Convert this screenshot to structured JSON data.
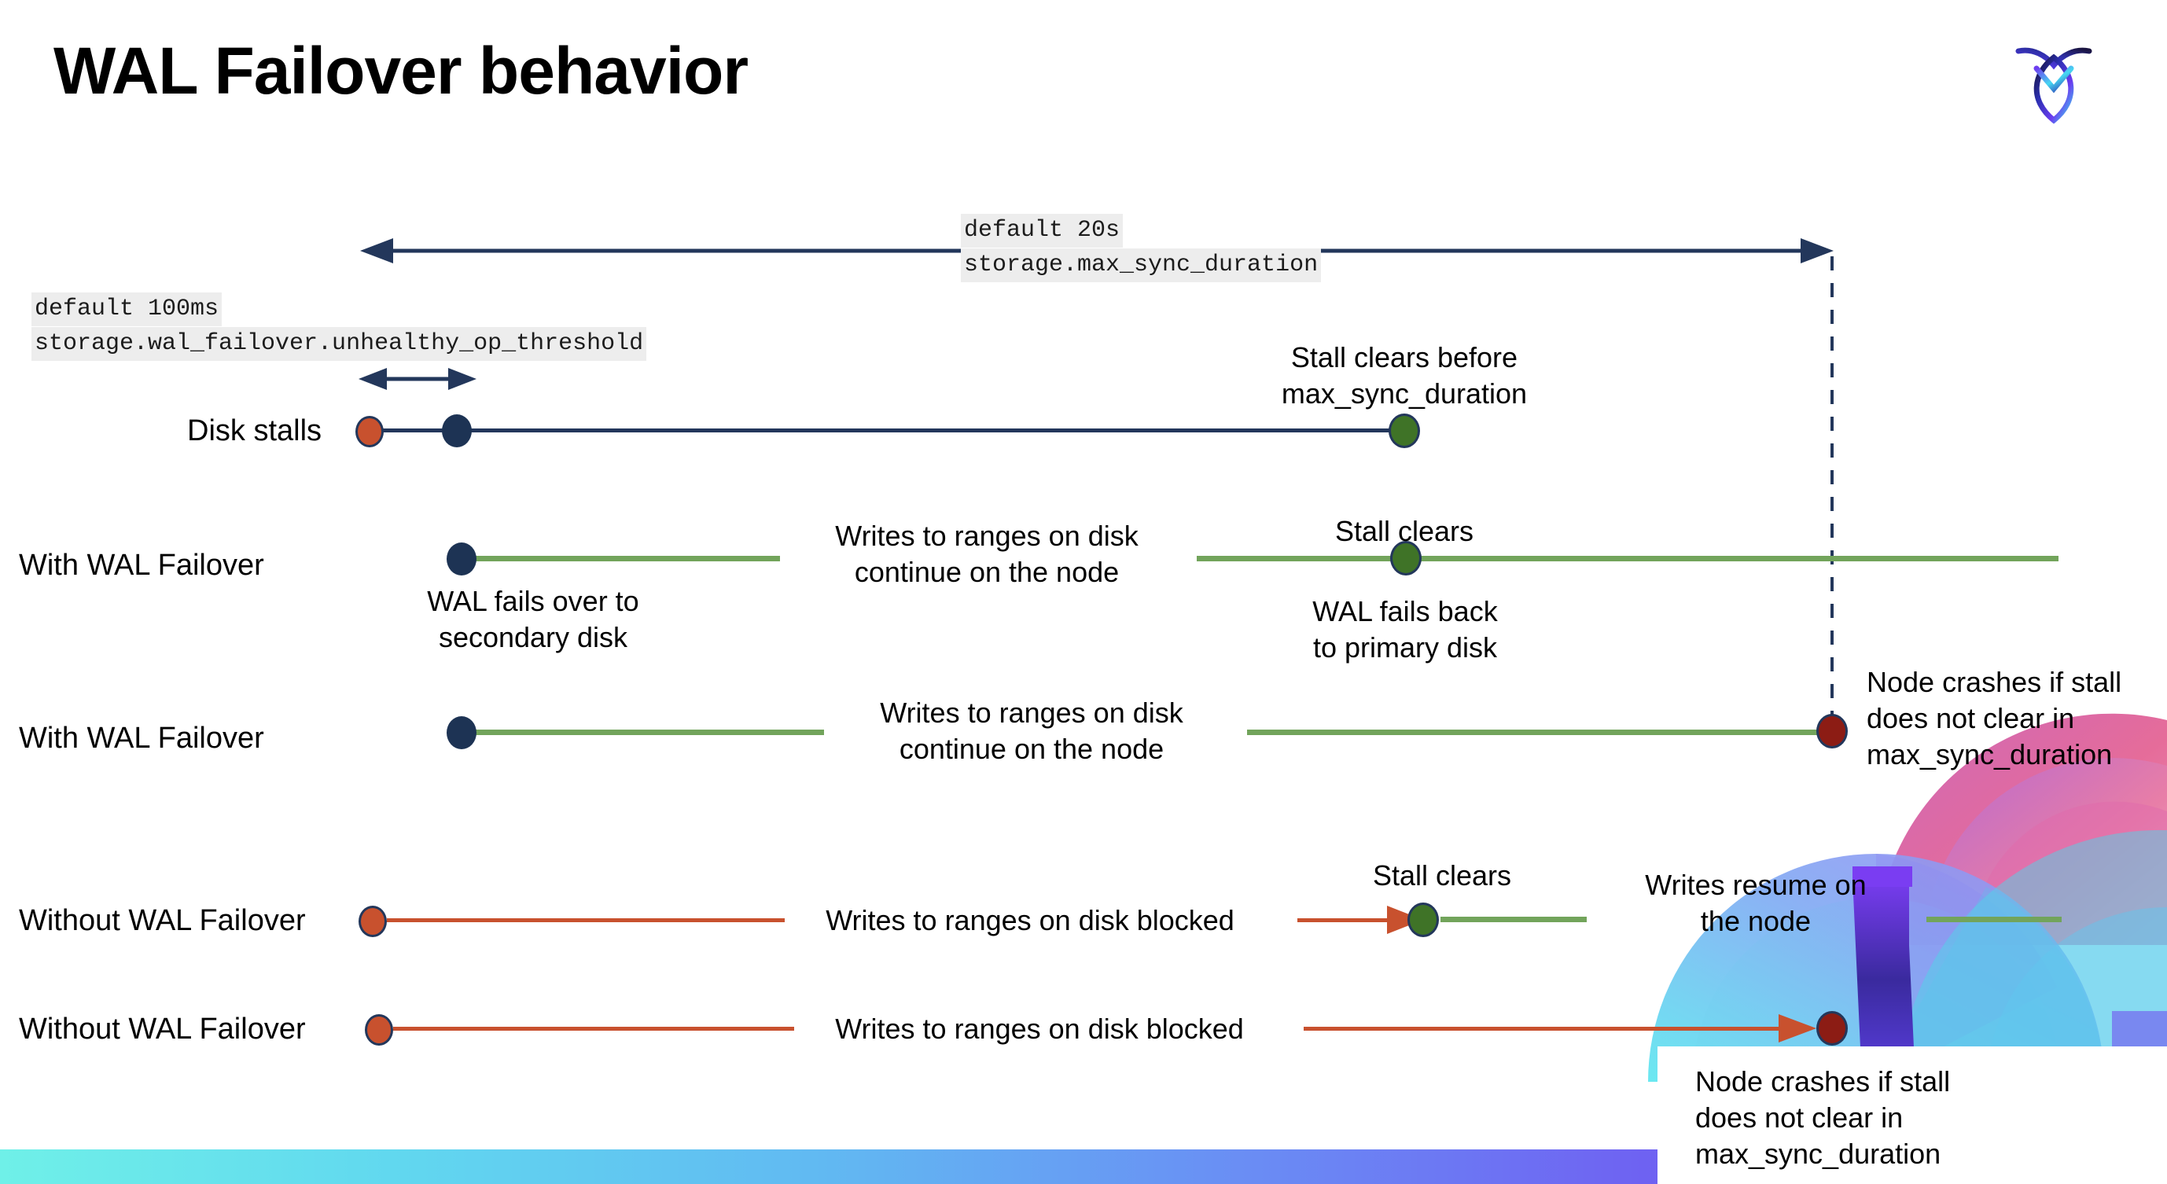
{
  "slide": {
    "title": "WAL Failover behavior",
    "brand_logo": "cockroach-logo",
    "accent_colors": {
      "navy": "#23375b",
      "green_line": "#72a45b",
      "green_dot": "#3f7327",
      "orange": "#c8512e",
      "dark_red": "#8c1c14",
      "chip_bg": "#ededed"
    }
  },
  "annotations": {
    "max_sync": {
      "default": "default 20s",
      "setting": "storage.max_sync_duration"
    },
    "unhealthy_op": {
      "default": "default 100ms",
      "setting": "storage.wal_failover.unhealthy_op_threshold"
    }
  },
  "rows": [
    {
      "label": "Disk stalls",
      "notes": [
        {
          "text": "Stall clears before\nmax_sync_duration"
        }
      ]
    },
    {
      "label": "With WAL Failover",
      "notes": [
        {
          "text": "Writes to ranges on disk\ncontinue on the node"
        },
        {
          "text": "Stall clears"
        },
        {
          "text": "WAL fails over to\nsecondary disk"
        },
        {
          "text": "WAL fails  back\nto primary disk"
        }
      ]
    },
    {
      "label": "With WAL Failover",
      "notes": [
        {
          "text": "Writes to ranges on disk\ncontinue on the node"
        },
        {
          "text": "Node crashes if stall\ndoes not clear in\nmax_sync_duration"
        }
      ]
    },
    {
      "label": "Without WAL Failover",
      "notes": [
        {
          "text": "Writes to ranges on disk  blocked"
        },
        {
          "text": "Stall clears"
        },
        {
          "text": "Writes resume on\nthe node"
        }
      ]
    },
    {
      "label": "Without WAL Failover",
      "notes": [
        {
          "text": "Writes to ranges on disk  blocked"
        },
        {
          "text": "Node crashes if stall\ndoes not clear in\nmax_sync_duration"
        }
      ]
    }
  ],
  "text": {
    "title": "WAL Failover behavior",
    "max_sync_default": "default 20s",
    "max_sync_setting": "storage.max_sync_duration",
    "unhealthy_default": "default 100ms",
    "unhealthy_setting": "storage.wal_failover.unhealthy_op_threshold",
    "row1_label": "Disk stalls",
    "row1_note": "Stall clears before\nmax_sync_duration",
    "row2_label": "With WAL Failover",
    "row2_note_writes": "Writes to ranges on disk\ncontinue on the node",
    "row2_note_clears": "Stall clears",
    "row2_note_failover": "WAL fails over to\nsecondary disk",
    "row2_note_failback": "WAL fails  back\nto primary disk",
    "row3_label": "With WAL Failover",
    "row3_note_writes": "Writes to ranges on disk\ncontinue on the node",
    "row3_note_crash": "Node crashes if stall\ndoes not clear in\nmax_sync_duration",
    "row4_label": "Without WAL Failover",
    "row4_note_blocked": "Writes to ranges on disk  blocked",
    "row4_note_clears": "Stall clears",
    "row4_note_resume": "Writes resume on\nthe node",
    "row5_label": "Without WAL Failover",
    "row5_note_blocked": "Writes to ranges on disk  blocked",
    "row5_note_crash": "Node crashes if stall\ndoes not clear in\nmax_sync_duration"
  }
}
